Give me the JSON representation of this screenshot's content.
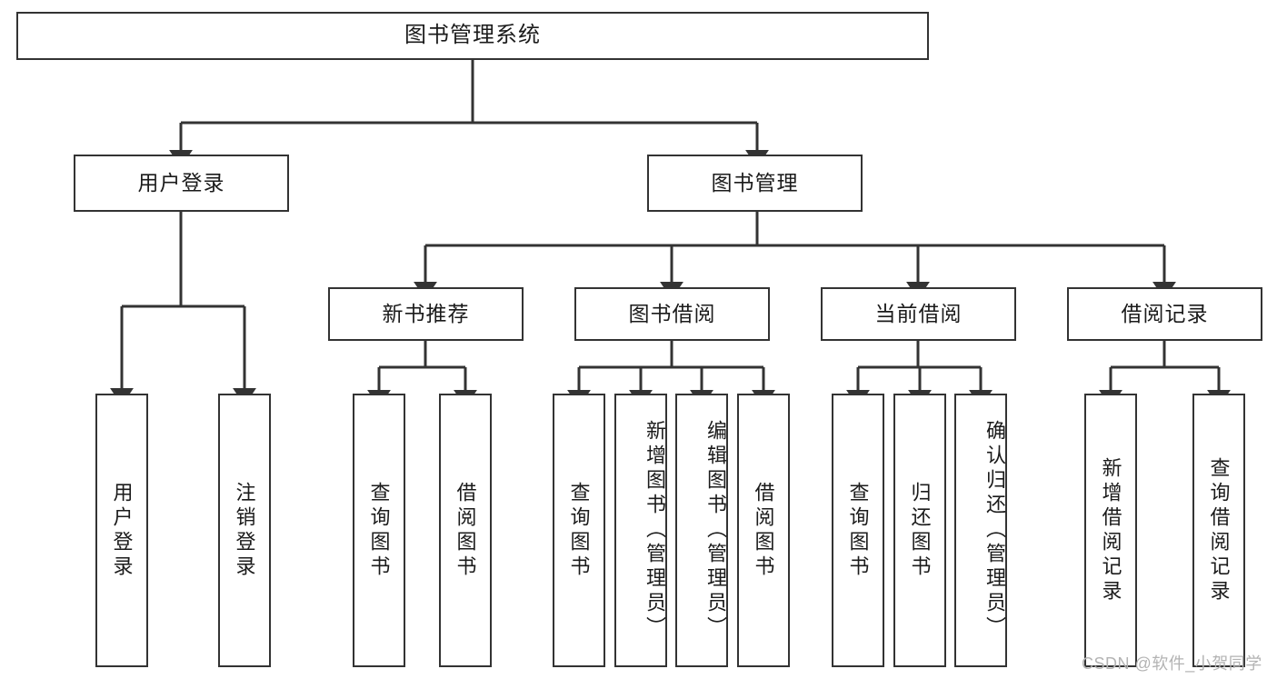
{
  "diagram": {
    "type": "tree",
    "title": "图书管理系统",
    "root": {
      "label": "图书管理系统"
    },
    "level2": [
      {
        "label": "用户登录"
      },
      {
        "label": "图书管理"
      }
    ],
    "level3": [
      {
        "label": "新书推荐"
      },
      {
        "label": "图书借阅"
      },
      {
        "label": "当前借阅"
      },
      {
        "label": "借阅记录"
      }
    ],
    "leaves": {
      "user_login": [
        {
          "label": "用户登录"
        },
        {
          "label": "注销登录"
        }
      ],
      "new_book_recommend": [
        {
          "label": "查询图书"
        },
        {
          "label": "借阅图书"
        }
      ],
      "book_borrow": [
        {
          "label": "查询图书"
        },
        {
          "label": "新增图书（管理员）"
        },
        {
          "label": "编辑图书（管理员）"
        },
        {
          "label": "借阅图书"
        }
      ],
      "current_borrow": [
        {
          "label": "查询图书"
        },
        {
          "label": "归还图书"
        },
        {
          "label": "确认归还（管理员）"
        }
      ],
      "borrow_record": [
        {
          "label": "新增借阅记录"
        },
        {
          "label": "查询借阅记录"
        }
      ]
    }
  },
  "watermark": {
    "text": "CSDN @软件_小贺同学"
  },
  "colors": {
    "stroke": "#333333",
    "fill": "#ffffff",
    "text": "#1b1b1b",
    "watermark": "#b3b3b3"
  }
}
